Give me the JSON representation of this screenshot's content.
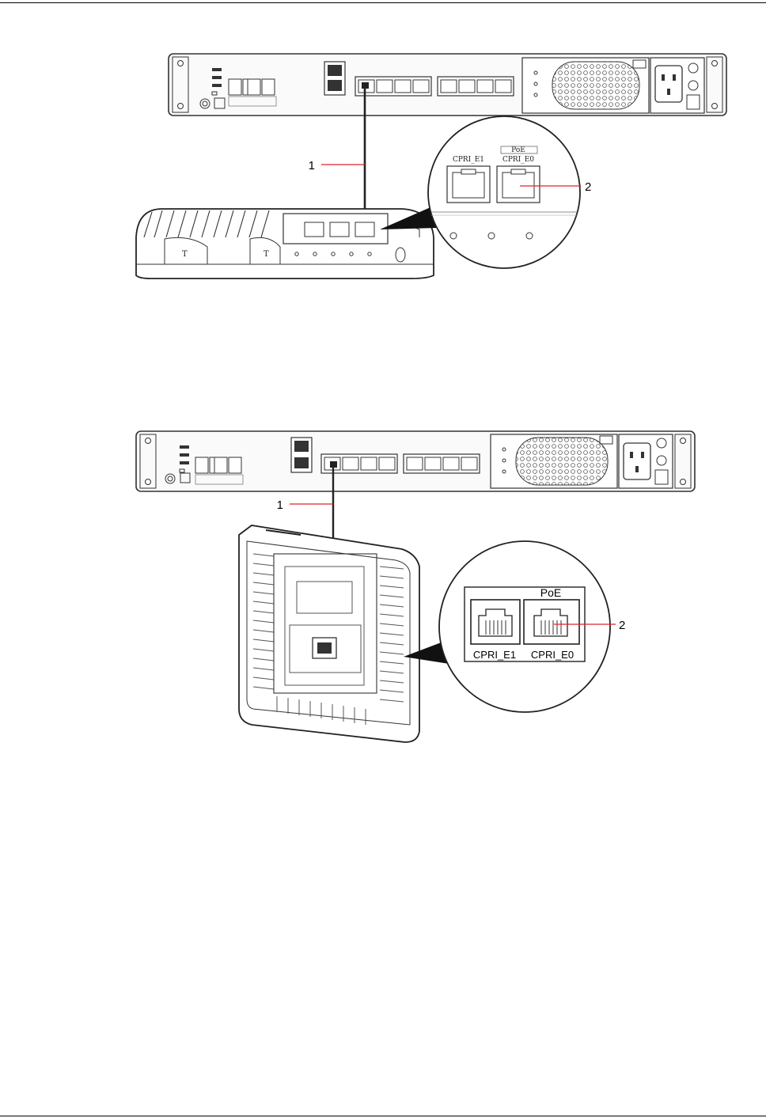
{
  "figure1": {
    "callout_1": "1",
    "callout_2": "2",
    "zoom_top_label": "PoE",
    "port_label_left": "CPRI_E1",
    "port_label_right": "CPRI_E0"
  },
  "figure2": {
    "callout_1": "1",
    "callout_2": "2",
    "zoom_top_label": "PoE",
    "port_label_left": "CPRI_E1",
    "port_label_right": "CPRI_E0"
  },
  "colors": {
    "callout_line": "#e0202a",
    "outline": "#333333"
  }
}
